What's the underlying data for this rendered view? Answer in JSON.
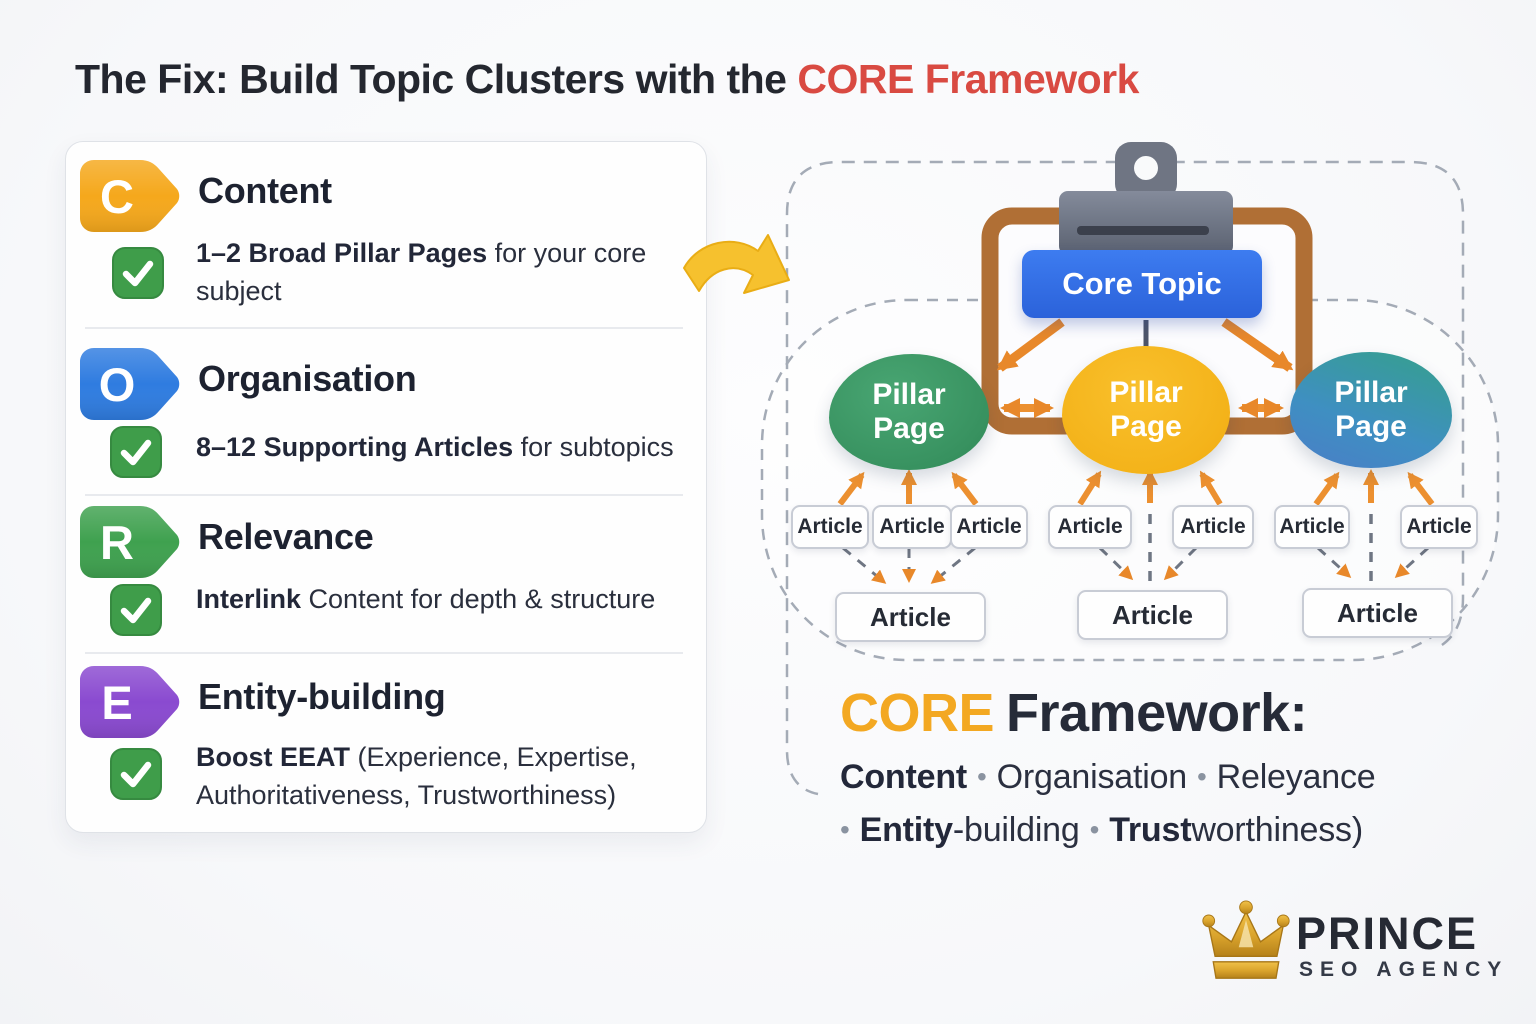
{
  "title": {
    "prefix": "The Fix:",
    "middle": " Build Topic Clusters with the ",
    "highlight": "CORE Framework"
  },
  "checklist": {
    "items": [
      {
        "letter": "C",
        "name": "Content",
        "desc_bold": "1–2 Broad Pillar Pages",
        "desc_rest": " for your core subject",
        "badge_color": "#f5a81c"
      },
      {
        "letter": "O",
        "name": "Organisation",
        "desc_bold": "8–12 Supporting Articles",
        "desc_rest": " for subtopics",
        "badge_color": "#2f7ce0"
      },
      {
        "letter": "R",
        "name": "Relevance",
        "desc_bold": "Interlink",
        "desc_rest": " Content for depth & structure",
        "badge_color": "#3fa14f"
      },
      {
        "letter": "E",
        "name": "Entity-building",
        "desc_bold": "Boost EEAT",
        "desc_rest": " (Experience, Expertise, Authoritativeness, Trustworthiness)",
        "badge_color": "#8a4ad0"
      }
    ]
  },
  "diagram": {
    "core_topic_label": "Core Topic",
    "pillar_labels": [
      "Pillar Page",
      "Pillar Page",
      "Pillar Page"
    ],
    "articles_row1": [
      "Article",
      "Article",
      "Article",
      "Article",
      "Article",
      "Article",
      "Article"
    ],
    "articles_row2": [
      "Article",
      "Article",
      "Article"
    ]
  },
  "summary": {
    "heading_accent": "CORE",
    "heading_rest": "Framework:",
    "bullet": "•",
    "line1_bold1": "Content",
    "line1_item2": "Organisation",
    "line1_item3": "Releyance",
    "line2_bold1": "Entity",
    "line2_rest1": "-building",
    "line2_bold2": "Trust",
    "line2_rest2": "worthiness)"
  },
  "logo": {
    "name": "PRINCE",
    "subtitle": "SEO AGENCY"
  },
  "colors": {
    "title_accent_red": "#d94a42",
    "core_accent_orange": "#f3a822",
    "arrow_orange": "#ec9030",
    "core_topic_blue": "#2f6de6",
    "pillar_green": "#3d9b67",
    "pillar_yellow": "#f5b71e",
    "pillar_teal": "#35a08b",
    "clipboard_brown": "#b06f35",
    "check_green": "#3f9d4a"
  }
}
